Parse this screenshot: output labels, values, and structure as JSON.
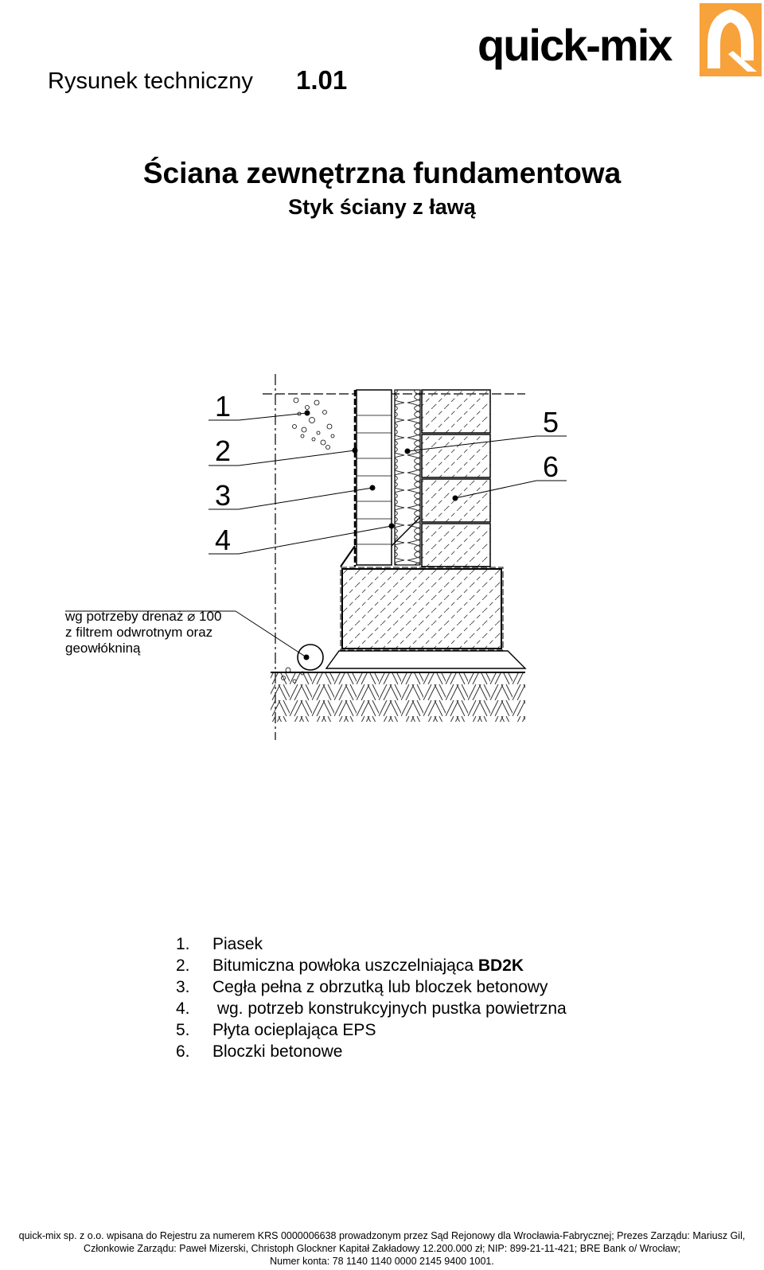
{
  "header": {
    "doc_title": "Rysunek techniczny",
    "doc_number": "1.01",
    "brand": "quick-mix",
    "brand_color": "#f7a23b"
  },
  "title": "Ściana zewnętrzna fundamentowa",
  "subtitle": "Styk ściany z ławą",
  "drawing": {
    "callouts_left": [
      "1",
      "2",
      "3",
      "4"
    ],
    "callouts_right": [
      "5",
      "6"
    ],
    "drain_note": [
      "wg potrzeby drenaż ⌀ 100",
      "z filtrem odwrotnym oraz",
      "geowłókniną"
    ]
  },
  "legend": [
    {
      "num": "1.",
      "text": "Piasek",
      "bold": ""
    },
    {
      "num": "2.",
      "text": "Bitumiczna powłoka uszczelniająca ",
      "bold": "BD2K"
    },
    {
      "num": "3.",
      "text": "Cegła pełna z obrzutką lub bloczek betonowy",
      "bold": ""
    },
    {
      "num": "4.",
      "text": " wg. potrzeb konstrukcyjnych pustka powietrzna",
      "bold": ""
    },
    {
      "num": "5.",
      "text": "Płyta ocieplająca EPS",
      "bold": ""
    },
    {
      "num": "6.",
      "text": "Bloczki betonowe",
      "bold": ""
    }
  ],
  "footer": [
    "quick-mix sp. z o.o. wpisana do Rejestru za numerem KRS 0000006638 prowadzonym przez  Sąd Rejonowy dla Wrocławia-Fabrycznej; Prezes Zarządu: Mariusz Gil,",
    "Członkowie Zarządu: Paweł Mizerski, Christoph Glockner Kapitał Zakładowy 12.200.000 zł; NIP: 899-21-11-421; BRE Bank o/ Wrocław;",
    "Numer konta: 78 1140 1140 0000 2145 9400 1001."
  ]
}
